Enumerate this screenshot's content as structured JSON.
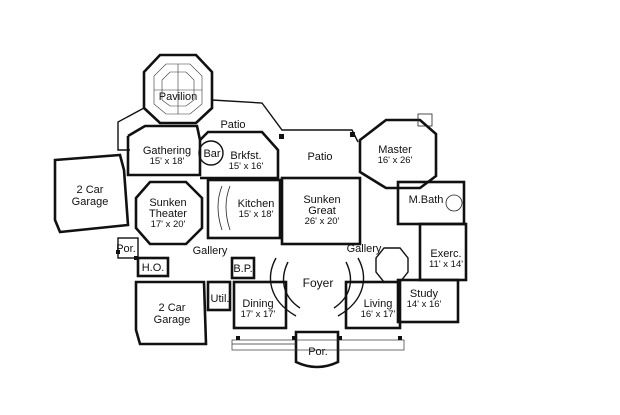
{
  "rooms": {
    "pavilion": {
      "name": "Pavilion"
    },
    "patio_left": {
      "name": "Patio"
    },
    "patio_center": {
      "name": "Patio"
    },
    "gathering": {
      "name": "Gathering",
      "dims": "15' x 18'"
    },
    "bar": {
      "name": "Bar"
    },
    "brkfst": {
      "name": "Brkfst.",
      "dims": "15' x 16'"
    },
    "master": {
      "name": "Master",
      "dims": "16' x 26'"
    },
    "garage_top": {
      "name_line1": "2 Car",
      "name_line2": "Garage"
    },
    "sunken_theater": {
      "name_line1": "Sunken",
      "name_line2": "Theater",
      "dims": "17' x 20'"
    },
    "kitchen": {
      "name": "Kitchen",
      "dims": "15' x 18'"
    },
    "sunken_great": {
      "name_line1": "Sunken",
      "name_line2": "Great",
      "dims": "26' x 20'"
    },
    "mbath": {
      "name": "M.Bath"
    },
    "por_left": {
      "name": "Por."
    },
    "gallery_left": {
      "name": "Gallery"
    },
    "gallery_right": {
      "name": "Gallery"
    },
    "exerc": {
      "name": "Exerc.",
      "dims": "11' x 14'"
    },
    "ho": {
      "name": "H.O."
    },
    "bp": {
      "name": "B.P."
    },
    "foyer": {
      "name": "Foyer"
    },
    "study": {
      "name": "Study",
      "dims": "14' x 16'"
    },
    "garage_bottom": {
      "name_line1": "2 Car",
      "name_line2": "Garage"
    },
    "util": {
      "name": "Util."
    },
    "dining": {
      "name": "Dining",
      "dims": "17' x 17'"
    },
    "living": {
      "name": "Living",
      "dims": "16' x 17'"
    },
    "por_bottom": {
      "name": "Por."
    }
  }
}
